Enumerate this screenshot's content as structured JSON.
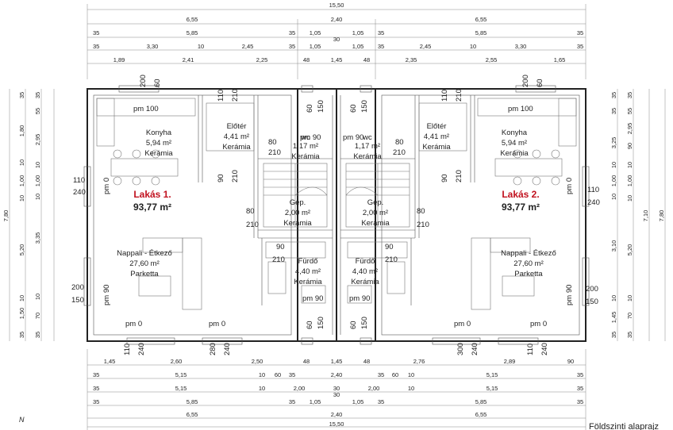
{
  "top_dims": {
    "total": "15,50",
    "row2": [
      "6,55",
      "2,40",
      "6,55"
    ],
    "row3": [
      "35",
      "5,85",
      "35",
      "1,05",
      "30",
      "1,05",
      "35",
      "5,85",
      "35"
    ],
    "row4": [
      "35",
      "3,30",
      "10",
      "2,45",
      "35",
      "1,05",
      "1,05",
      "35",
      "2,45",
      "10",
      "3,30",
      "35"
    ],
    "row5": [
      "1,89",
      "2,41",
      "2,25",
      "48",
      "1,45",
      "48",
      "2,35",
      "2,55",
      "1,65"
    ]
  },
  "bottom_dims": {
    "row1": [
      "1,45",
      "2,60",
      "2,50",
      "48",
      "1,45",
      "48",
      "2,76",
      "2,89",
      "90"
    ],
    "row2": [
      "35",
      "5,15",
      "10",
      "60",
      "35",
      "2,40",
      "35",
      "60",
      "10",
      "5,15",
      "35"
    ],
    "row3": [
      "35",
      "5,15",
      "10",
      "2,00",
      "30",
      "2,00",
      "10",
      "5,15",
      "35"
    ],
    "row4": [
      "35",
      "5,85",
      "35",
      "1,05",
      "30",
      "1,05",
      "35",
      "5,85",
      "35"
    ],
    "row5": [
      "6,55",
      "2,40",
      "6,55"
    ],
    "total": "15,50"
  },
  "left_dims": {
    "col1": [
      "7,80"
    ],
    "col2": [
      "35",
      "1,80",
      "10",
      "1,00",
      "10",
      "5,20",
      "10",
      "1,50",
      "35"
    ],
    "col3": [
      "35",
      "55",
      "2,95",
      "10",
      "1,00",
      "10",
      "3,35",
      "10",
      "70",
      "35"
    ]
  },
  "right_dims": {
    "col1": [
      "35",
      "35",
      "3,25",
      "10",
      "1,00",
      "10",
      "3,10",
      "10",
      "1,45",
      "35"
    ],
    "col2": [
      "35",
      "55",
      "2,95",
      "90",
      "10",
      "1,00",
      "10",
      "5,20",
      "10",
      "70",
      "35"
    ],
    "col3": [
      "7,10"
    ],
    "col4": [
      "7,80"
    ]
  },
  "flats": [
    {
      "label": "Lakás 1.",
      "area": "93,77 m²"
    },
    {
      "label": "Lakás 2.",
      "area": "93,77 m²"
    }
  ],
  "rooms": {
    "konyha": {
      "name": "Konyha",
      "area": "5,94 m²",
      "floor": "Kerámia"
    },
    "eloter": {
      "name": "Előtér",
      "area": "4,41 m²",
      "floor": "Kerámia"
    },
    "wc": {
      "name": "wc",
      "area": "1,17 m²",
      "floor": "Kerámia"
    },
    "gep": {
      "name": "Gép.",
      "area": "2,00 m²",
      "floor": "Kerámia"
    },
    "nappali": {
      "name": "Nappali - Étkező",
      "area": "27,60 m²",
      "floor": "Parketta"
    },
    "furdo": {
      "name": "Fürdő",
      "area": "4,40 m²",
      "floor": "Kerámia"
    }
  },
  "openings": {
    "kitchen_win": [
      "200",
      "60"
    ],
    "entry_door": [
      "110",
      "210"
    ],
    "wc_win": [
      "60",
      "150"
    ],
    "wc_door": [
      "80",
      "210"
    ],
    "wc_pm": "pm 90",
    "kitchen_pm": "pm 100",
    "side_win_top": [
      "110",
      "240"
    ],
    "side_pm0": "pm 0",
    "eloter_door": [
      "90",
      "210"
    ],
    "gep_door": [
      "80",
      "210"
    ],
    "furdo_door": [
      "90",
      "210"
    ],
    "side_win_bottom": [
      "200",
      "150"
    ],
    "side_pm90": "pm 90",
    "furdo_pm": "pm 90",
    "furdo_win": [
      "60",
      "150"
    ],
    "bottom_pm": [
      "pm 0",
      "pm 0"
    ],
    "bottom_win_left": [
      "110",
      "240",
      "280",
      "240"
    ],
    "bottom_win_right": [
      "300",
      "240",
      "110",
      "240"
    ]
  },
  "labels": {
    "north": "N",
    "sheet_title": "Földszinti alaprajz"
  },
  "colors": {
    "accent": "#c1121f",
    "wall": "#222222"
  }
}
